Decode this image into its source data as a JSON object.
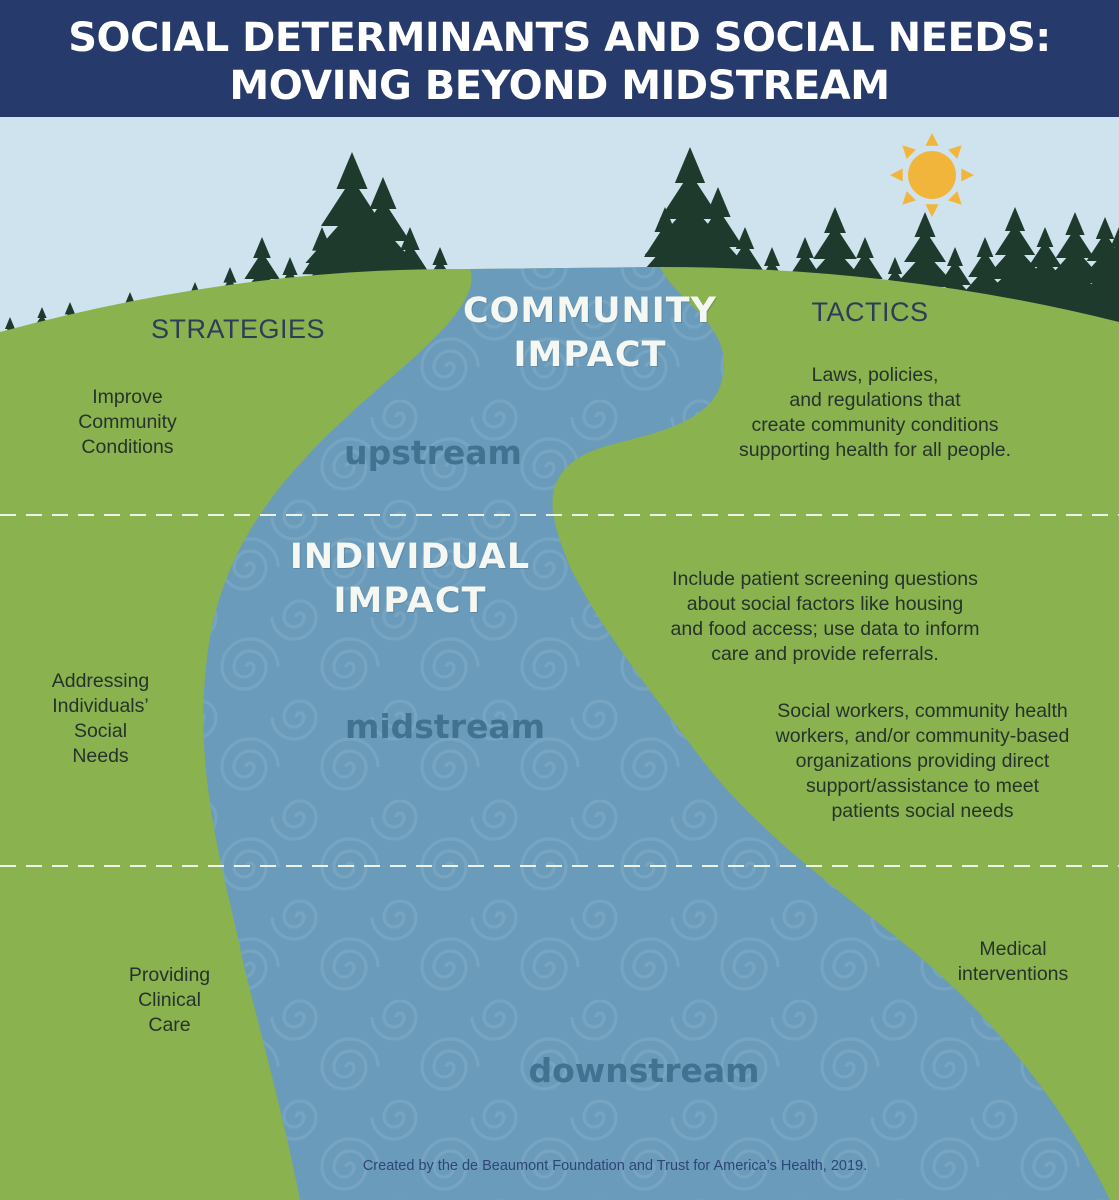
{
  "title": {
    "line1": "SOCIAL DETERMINANTS AND SOCIAL NEEDS:",
    "line2": "MOVING BEYOND MIDSTREAM"
  },
  "columns": {
    "left": "STRATEGIES",
    "right": "TACTICS"
  },
  "impacts": {
    "community": [
      "COMMUNITY",
      "IMPACT"
    ],
    "individual": [
      "INDIVIDUAL",
      "IMPACT"
    ]
  },
  "streams": {
    "upstream": "upstream",
    "midstream": "midstream",
    "downstream": "downstream"
  },
  "strategies": {
    "upstream": [
      "Improve",
      "Community",
      "Conditions"
    ],
    "midstream": [
      "Addressing",
      "Individuals’",
      "Social",
      "Needs"
    ],
    "downstream": [
      "Providing",
      "Clinical",
      "Care"
    ]
  },
  "tactics": {
    "upstream": [
      "Laws, policies,",
      "and regulations that",
      "create community conditions",
      "supporting health for all people."
    ],
    "midstream_1": [
      "Include patient screening questions",
      "about social factors like housing",
      "and food access; use data to inform",
      "care and provide referrals."
    ],
    "midstream_2": [
      "Social workers, community health",
      "workers, and/or community-based",
      "organizations providing direct",
      "support/assistance to meet",
      "patients social needs"
    ],
    "downstream": [
      "Medical",
      "interventions"
    ]
  },
  "credit": "Created by the de Beaumont Foundation and Trust for America’s Health, 2019.",
  "colors": {
    "header": "#263a6b",
    "sky": "#cfe3ee",
    "grass": "#8ab24f",
    "river": "#6a9bbb",
    "trees": "#1e3a2c",
    "sun": "#f2b53c"
  }
}
